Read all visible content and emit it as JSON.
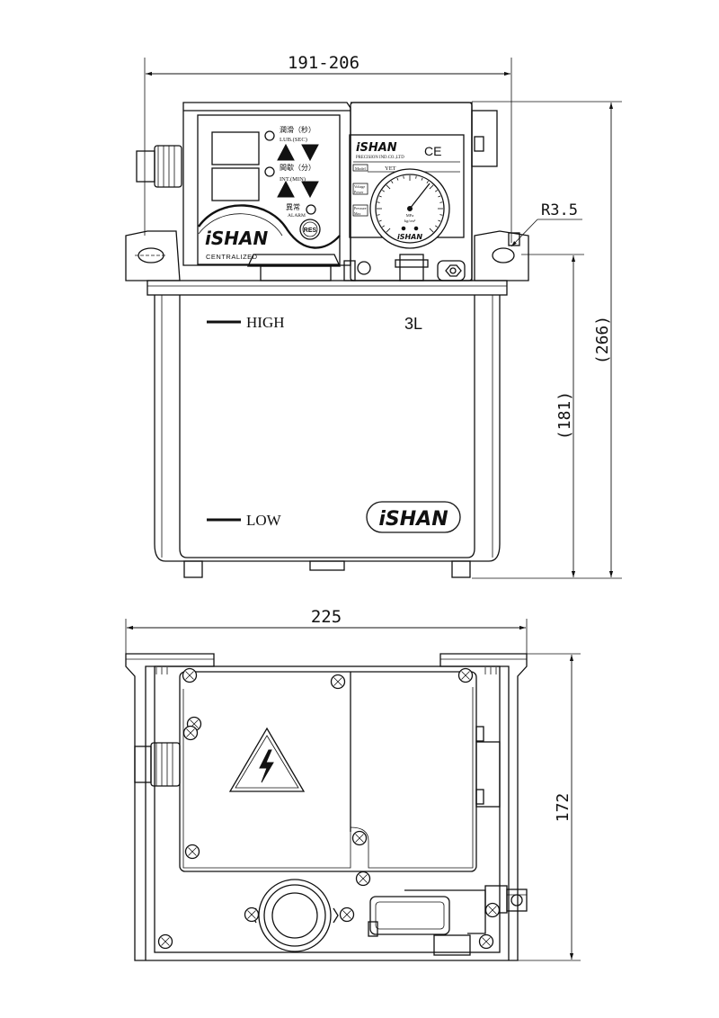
{
  "dimensions": {
    "top_width": "191-206",
    "total_height": "(266)",
    "tank_height": "(181)",
    "radius": "R3.5",
    "bottom_width": "225",
    "bottom_depth": "172"
  },
  "tank": {
    "capacity": "3L",
    "high_mark": "HIGH",
    "low_mark": "LOW",
    "brand_logo": "iSHAN"
  },
  "control_panel": {
    "lub_label_cn": "潤滑（秒）",
    "lub_label_en": "LUB.(SEC)",
    "int_label_cn": "間歇（分）",
    "int_label_en": "INT.(MIN)",
    "alarm_label_cn": "異常",
    "alarm_label_en": "ALARM",
    "reset_label": "RES",
    "brand_logo": "iSHAN",
    "brand_subtitle": "CENTRALIZED"
  },
  "nameplate": {
    "brand_logo": "iSHAN",
    "company": "PRECISION IND.CO.,LTD",
    "cert_mark": "CE",
    "model_label": "Model",
    "model_value": "YET",
    "voltage_label": "Voltage",
    "power_label": "Power",
    "pressure_label": "Pressure",
    "pressure_max_label": "Max",
    "gauge_unit_top": "MPa",
    "gauge_unit_bottom": "kg/cm²",
    "gauge_logo": "iSHAN"
  },
  "icons": [
    "high-voltage-warning-icon",
    "increase-arrow-icon",
    "decrease-arrow-icon"
  ]
}
